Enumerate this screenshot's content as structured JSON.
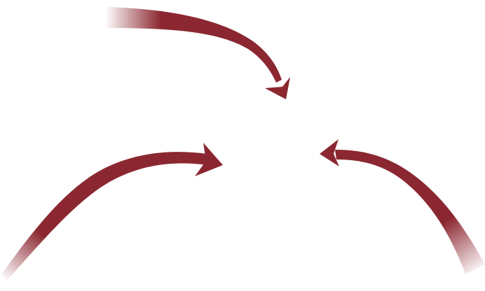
{
  "graphic": {
    "arrow_color": "#8b2730",
    "background_color": "#ffffff",
    "arrows": [
      {
        "name": "top-arrow",
        "icon": "curved-arrow-down-right-icon"
      },
      {
        "name": "left-arrow",
        "icon": "curved-arrow-right-icon"
      },
      {
        "name": "right-arrow",
        "icon": "curved-arrow-left-icon"
      }
    ]
  }
}
